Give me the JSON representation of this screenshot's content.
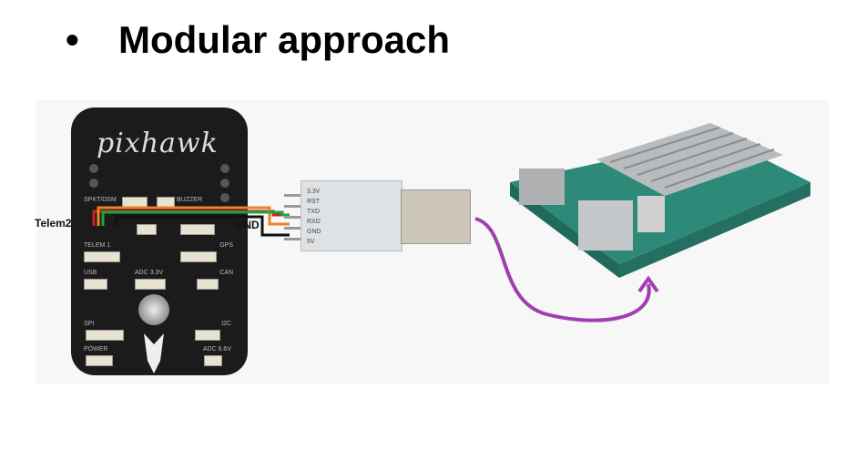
{
  "slide": {
    "bullet": "•",
    "title": "Modular approach"
  },
  "diagram": {
    "telem_label": "Telem2",
    "gnd_label": "GND",
    "pixhawk": {
      "brand": "pixhawk",
      "ports": [
        "SPKT/DSM",
        "BUZZER",
        "TELEM 1",
        "GPS",
        "USB",
        "ADC 3.3V",
        "CAN",
        "SPI",
        "I2C",
        "POWER",
        "ADC 6.6V"
      ]
    },
    "usb_adapter": {
      "pins": [
        "3.3V",
        "RST",
        "TXD",
        "RXD",
        "GND",
        "5V"
      ]
    },
    "wire_colors": {
      "tx": "#22a33a",
      "rx": "#e8842a",
      "gnd": "#111111",
      "vcc": "#d22020",
      "usb_link": "#a040b0"
    }
  }
}
